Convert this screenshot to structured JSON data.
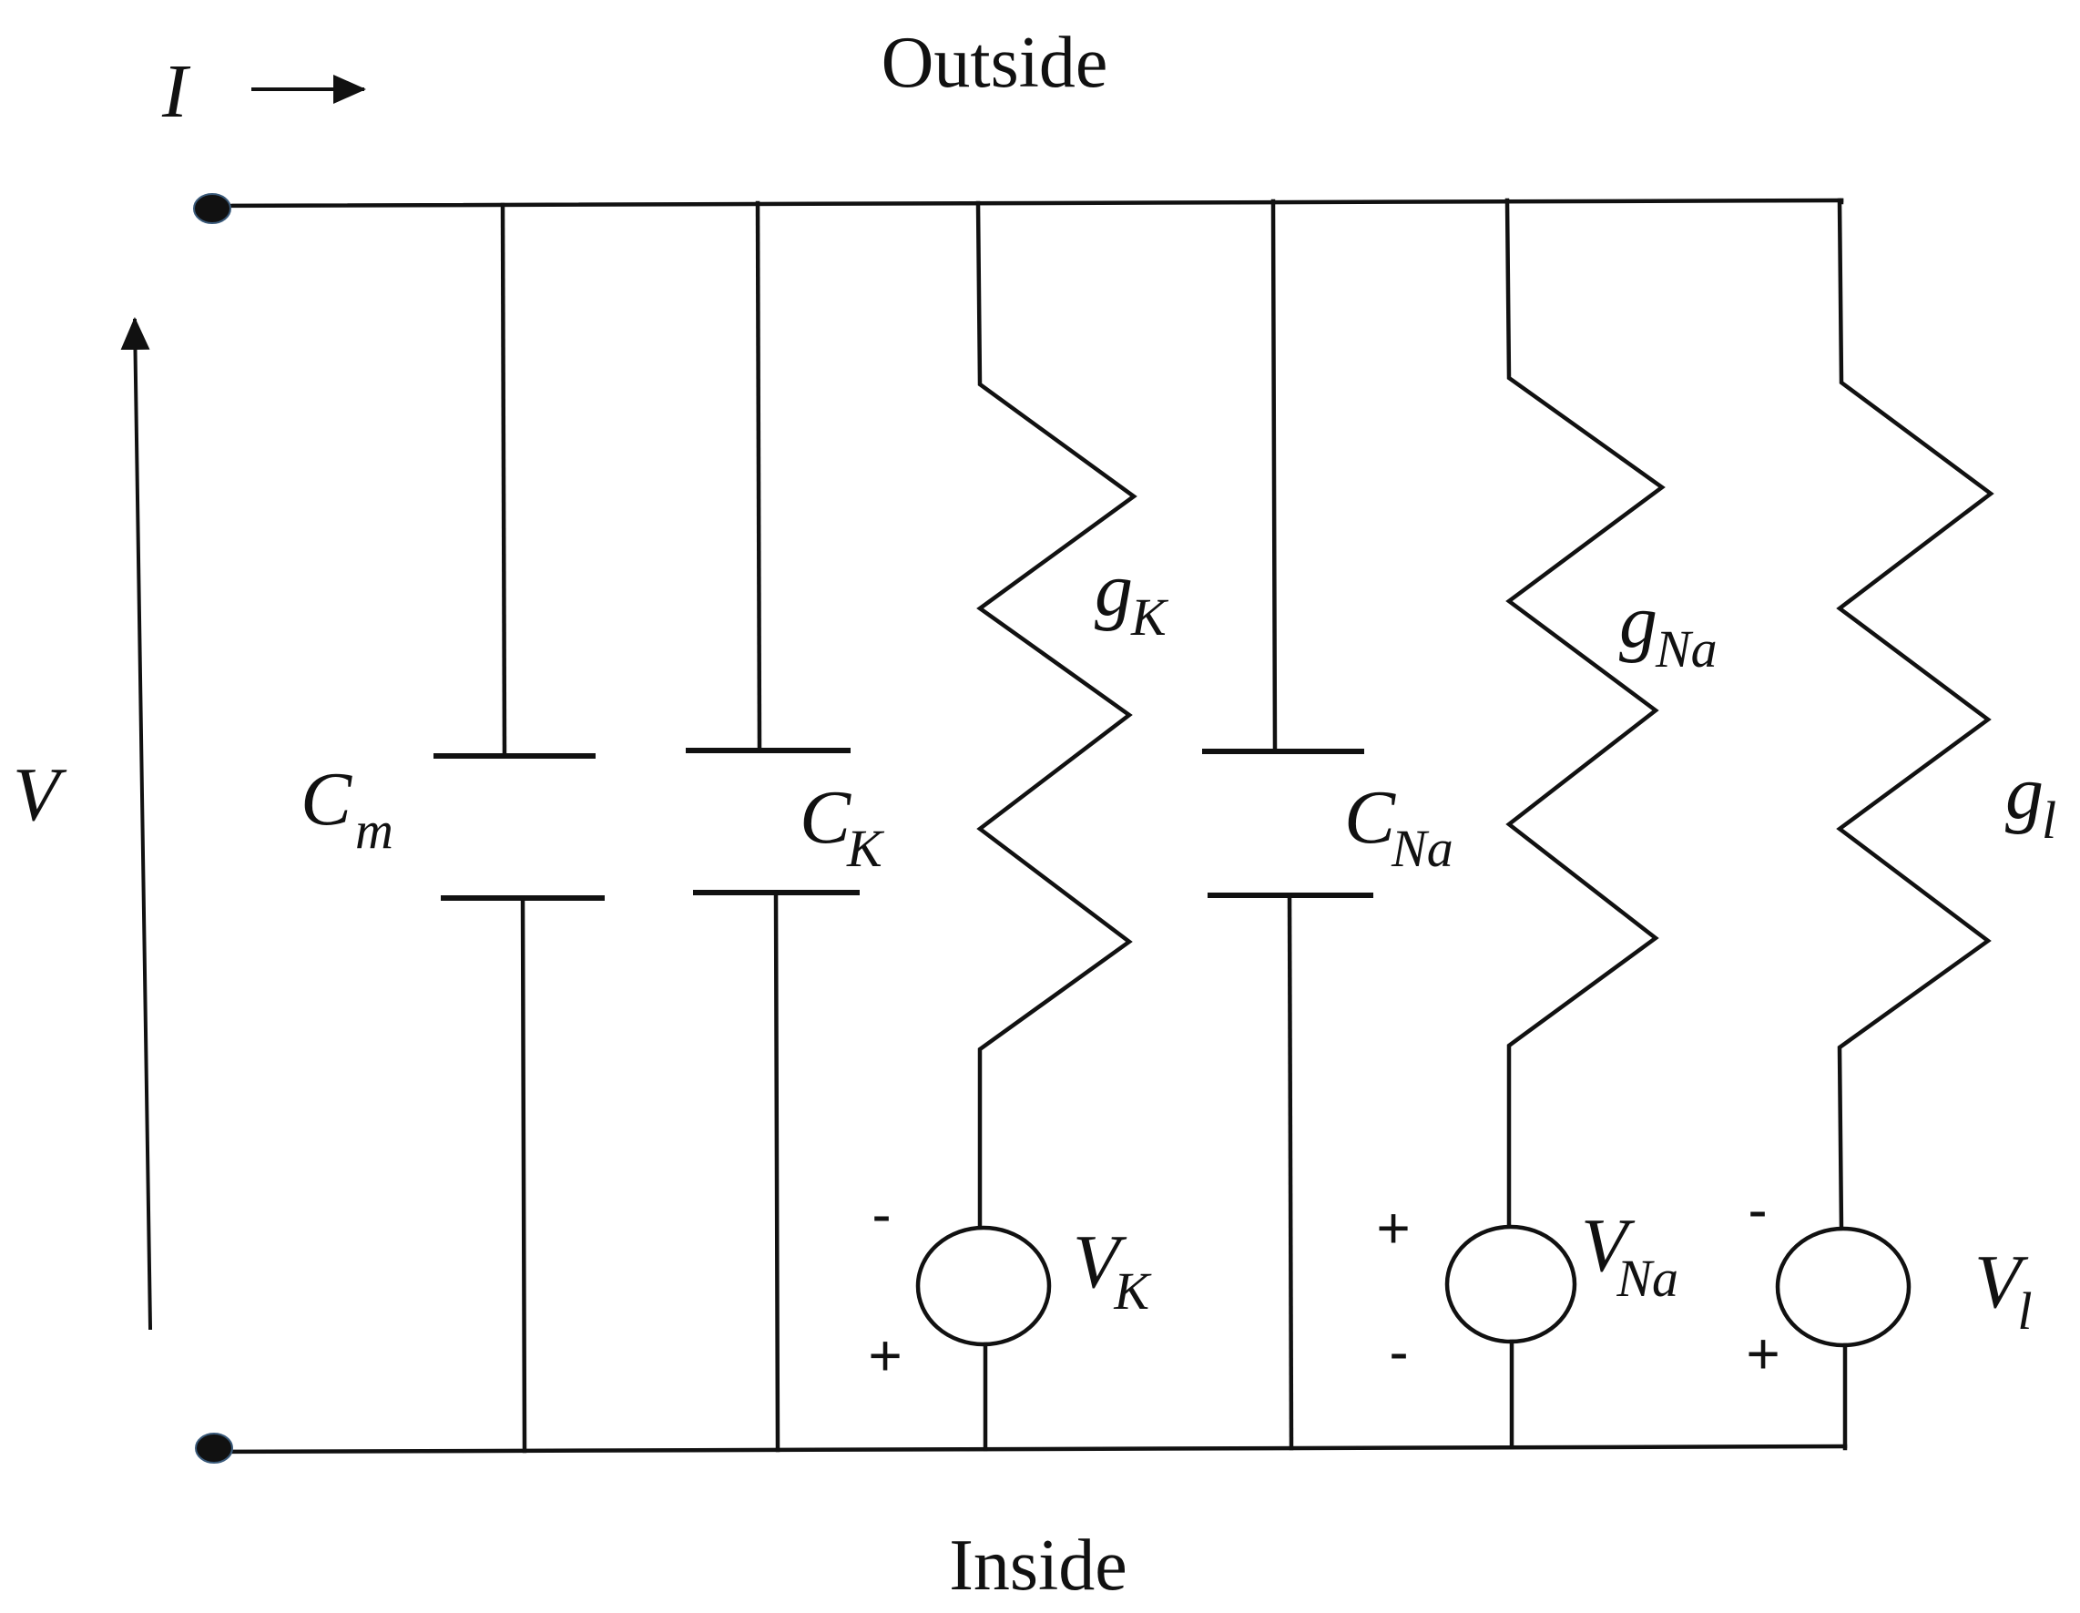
{
  "labels": {
    "outside": "Outside",
    "inside": "Inside",
    "current": "I",
    "voltage": "V",
    "cm": {
      "main": "C",
      "sub": "m"
    },
    "ck": {
      "main": "C",
      "sub": "K"
    },
    "cna": {
      "main": "C",
      "sub": "Na"
    },
    "gk": {
      "main": "g",
      "sub": "K"
    },
    "gna": {
      "main": "g",
      "sub": "Na"
    },
    "gl": {
      "main": "g",
      "sub": "l"
    },
    "vk": {
      "main": "V",
      "sub": "K",
      "top_sign": "-",
      "bottom_sign": "+"
    },
    "vna": {
      "main": "V",
      "sub": "Na",
      "top_sign": "+",
      "bottom_sign": "-"
    },
    "vl": {
      "main": "V",
      "sub": "l",
      "top_sign": "-",
      "bottom_sign": "+"
    }
  },
  "colors": {
    "line": "#111111",
    "background": "#ffffff"
  }
}
